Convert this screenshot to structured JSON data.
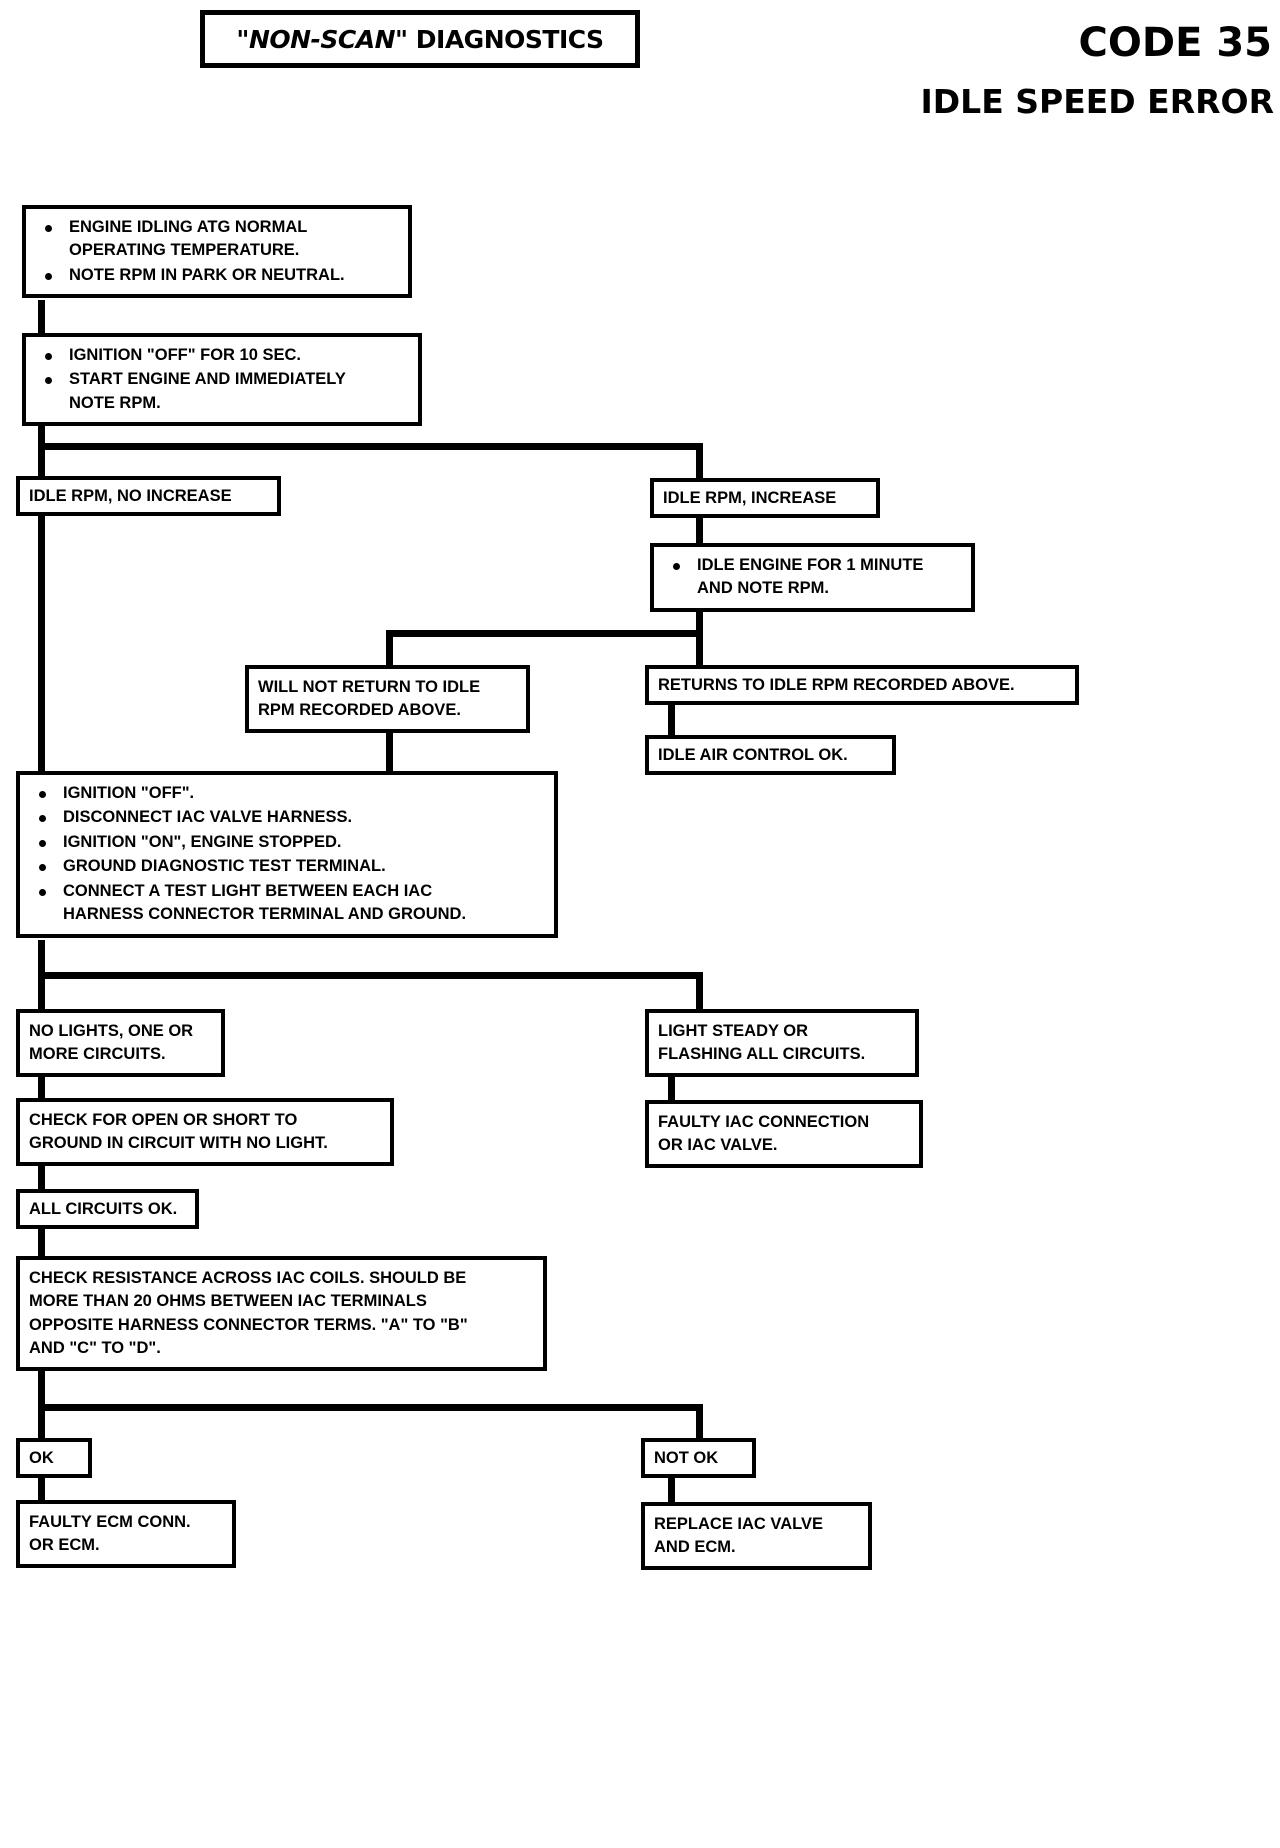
{
  "header": {
    "title_quoted": "\"NON-SCAN\"",
    "title_rest": " DIAGNOSTICS",
    "code": "CODE 35",
    "subtitle": "IDLE SPEED ERROR"
  },
  "nodes": {
    "step1": {
      "bullets": [
        "ENGINE IDLING ATG NORMAL\nOPERATING TEMPERATURE.",
        "NOTE RPM IN PARK OR NEUTRAL."
      ]
    },
    "step2": {
      "bullets": [
        "IGNITION \"OFF\" FOR 10 SEC.",
        "START ENGINE AND IMMEDIATELY\nNOTE RPM."
      ]
    },
    "no_increase": {
      "text": "IDLE RPM, NO INCREASE"
    },
    "increase": {
      "text": "IDLE RPM, INCREASE"
    },
    "idle_one_minute": {
      "bullets": [
        "IDLE ENGINE FOR 1 MINUTE\nAND NOTE RPM."
      ]
    },
    "will_not_return": {
      "text": "WILL NOT RETURN TO IDLE\nRPM RECORDED ABOVE."
    },
    "returns_to_idle": {
      "text": "RETURNS TO IDLE RPM RECORDED ABOVE."
    },
    "iac_ok": {
      "text": "IDLE AIR CONTROL OK."
    },
    "test_light_steps": {
      "bullets": [
        "IGNITION \"OFF\".",
        "DISCONNECT IAC VALVE HARNESS.",
        "IGNITION \"ON\", ENGINE STOPPED.",
        "GROUND DIAGNOSTIC TEST TERMINAL.",
        "CONNECT A TEST LIGHT  BETWEEN EACH IAC\nHARNESS CONNECTOR TERMINAL AND GROUND."
      ]
    },
    "no_lights": {
      "text": "NO LIGHTS, ONE OR\nMORE CIRCUITS."
    },
    "light_steady": {
      "text": "LIGHT STEADY OR\nFLASHING ALL CIRCUITS."
    },
    "check_open_short": {
      "text": "CHECK FOR OPEN OR SHORT TO\nGROUND IN CIRCUIT WITH NO LIGHT."
    },
    "faulty_iac_conn": {
      "text": "FAULTY IAC CONNECTION\nOR IAC VALVE."
    },
    "all_circuits_ok": {
      "text": "ALL CIRCUITS OK."
    },
    "check_resistance": {
      "text": "CHECK RESISTANCE ACROSS IAC COILS. SHOULD BE\nMORE THAN 20 OHMS BETWEEN IAC TERMINALS\nOPPOSITE HARNESS CONNECTOR TERMS. \"A\" TO \"B\"\nAND \"C\" TO \"D\"."
    },
    "ok": {
      "text": "OK"
    },
    "not_ok": {
      "text": "NOT OK"
    },
    "faulty_ecm": {
      "text": "FAULTY ECM CONN.\nOR ECM."
    },
    "replace_iac": {
      "text": "REPLACE IAC VALVE\nAND ECM."
    }
  },
  "colors": {
    "ink": "#000000",
    "paper": "#ffffff"
  }
}
